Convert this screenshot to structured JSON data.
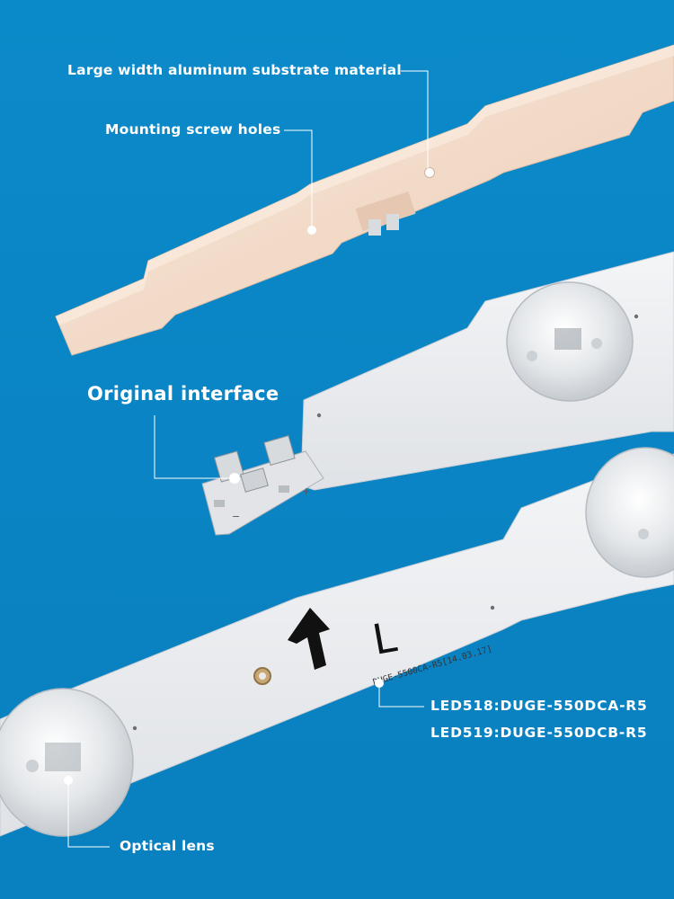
{
  "callouts": {
    "substrate": "Large width aluminum substrate material",
    "screw_holes": "Mounting screw holes",
    "interface": "Original interface",
    "model_a": "LED518:DUGE-550DCA-R5",
    "model_b": "LED519:DUGE-550DCB-R5",
    "lens": "Optical lens"
  },
  "board_markings": {
    "side_letter": "L",
    "part_code": "DUGE-5500CA-R5[14.03.17]",
    "plus": "+",
    "minus": "−"
  },
  "colors": {
    "background": "#0a84c4",
    "callout_text": "#ffffff",
    "aluminum_strip": "#f3dccb",
    "pcb_white": "#eeeff1"
  }
}
